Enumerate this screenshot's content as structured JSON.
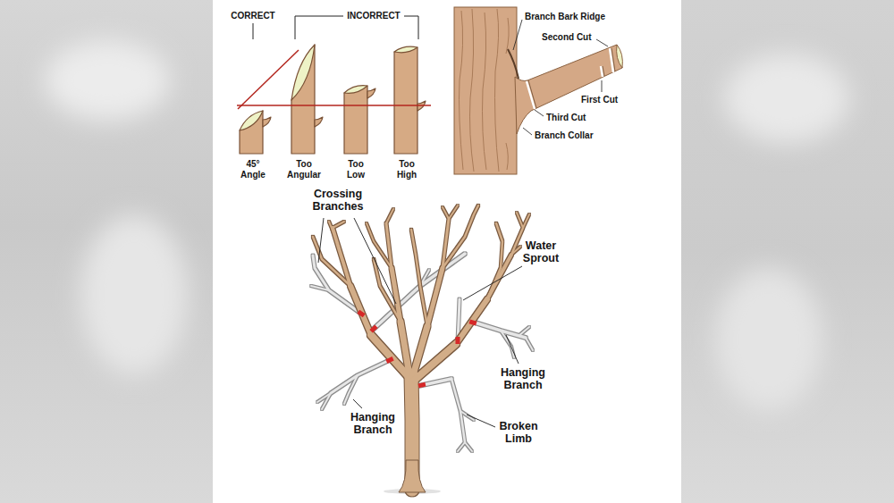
{
  "diagram": {
    "labels": [
      "CORRECT",
      "INCORRECT",
      "45° Angle",
      "Too Angular",
      "Too Low",
      "Too High",
      "Branch Bark Ridge",
      "Second Cut",
      "First Cut",
      "Third Cut",
      "Branch Collar",
      "Crossing Branches",
      "Water Sprout",
      "Hanging Branch",
      "Hanging Branch",
      "Broken Limb"
    ]
  }
}
